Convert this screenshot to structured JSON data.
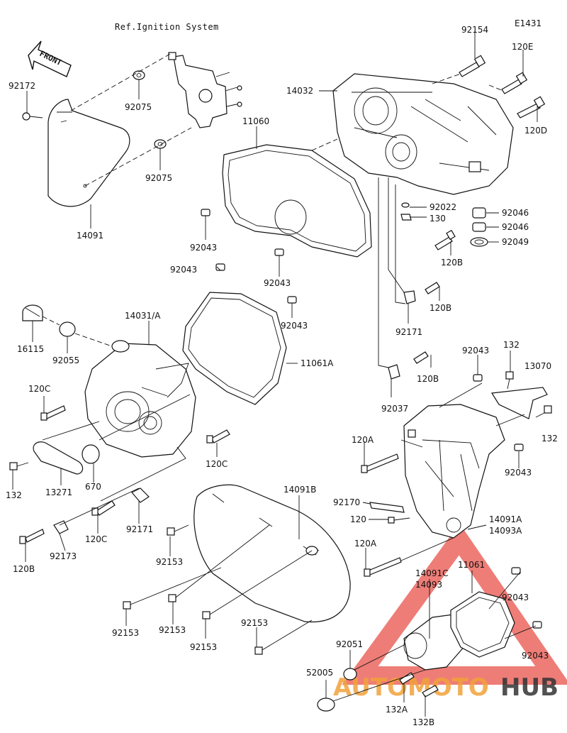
{
  "diagram_code": "E1431",
  "reference_note": "Ref.Ignition System",
  "front_label": "FRONT",
  "watermark": {
    "text_part1": "AUTOMOTO",
    "text_part2": "HUB",
    "color_red": "#e8524a",
    "color_orange": "#f2a23a",
    "color_dark": "#333333"
  },
  "callouts": {
    "c92154": "92154",
    "c120E": "120E",
    "c14032": "14032",
    "c120D": "120D",
    "c92172": "92172",
    "c92075a": "92075",
    "c92075b": "92075",
    "c14091": "14091",
    "c11060": "11060",
    "c92043a": "92043",
    "c92043b": "92043",
    "c92043c": "92043",
    "c92043d": "92043",
    "c92022": "92022",
    "c130": "130",
    "c92046a": "92046",
    "c92046b": "92046",
    "c92049": "92049",
    "c120Ba": "120B",
    "c120Bb": "120B",
    "c120Bc": "120B",
    "c120Bd": "120B",
    "c92171a": "92171",
    "c92171b": "92171",
    "c14031A": "14031/A",
    "c16115": "16115",
    "c92055": "92055",
    "c11061A": "11061A",
    "c92043e": "92043",
    "c132a": "132",
    "c13070": "13070",
    "c132b": "132",
    "c120Ca": "120C",
    "c92037": "92037",
    "c120Cb": "120C",
    "c120A": "120A",
    "c92043f": "92043",
    "c132c": "132",
    "c13271": "13271",
    "c670": "670",
    "c14091B": "14091B",
    "c92170": "92170",
    "c120": "120",
    "c14091A": "14091A",
    "c14093A": "14093A",
    "c120Cc": "120C",
    "c92173": "92173",
    "c92153a": "92153",
    "c120Ab": "120A",
    "c14091C": "14091C",
    "c14093": "14093",
    "c11061": "11061",
    "c92043g": "92043",
    "c92153b": "92153",
    "c92153c": "92153",
    "c92153d": "92153",
    "c92153e": "92153",
    "c92051": "92051",
    "c92043h": "92043",
    "c52005": "52005",
    "c132A": "132A",
    "c132B": "132B"
  }
}
